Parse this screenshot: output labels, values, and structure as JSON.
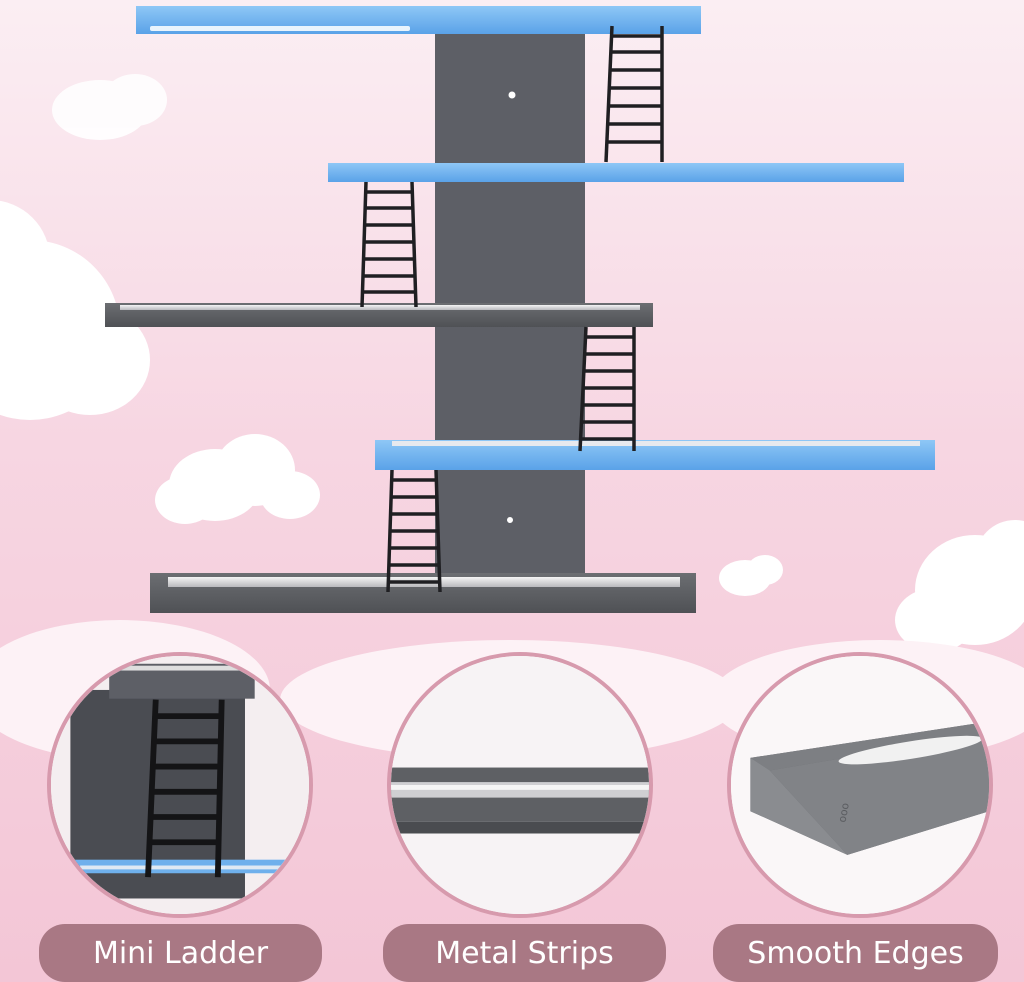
{
  "features": [
    {
      "label": "Mini Ladder",
      "icon": "mini-ladder-closeup"
    },
    {
      "label": "Metal Strips",
      "icon": "metal-strip-closeup"
    },
    {
      "label": "Smooth Edges",
      "icon": "smooth-edge-closeup"
    }
  ],
  "colors": {
    "background": "#f7d6e2",
    "shelf_blue": "#7db8ef",
    "shelf_gray": "#5d5f63",
    "label_bg": "#a97884",
    "circle_border": "#d79aad"
  }
}
